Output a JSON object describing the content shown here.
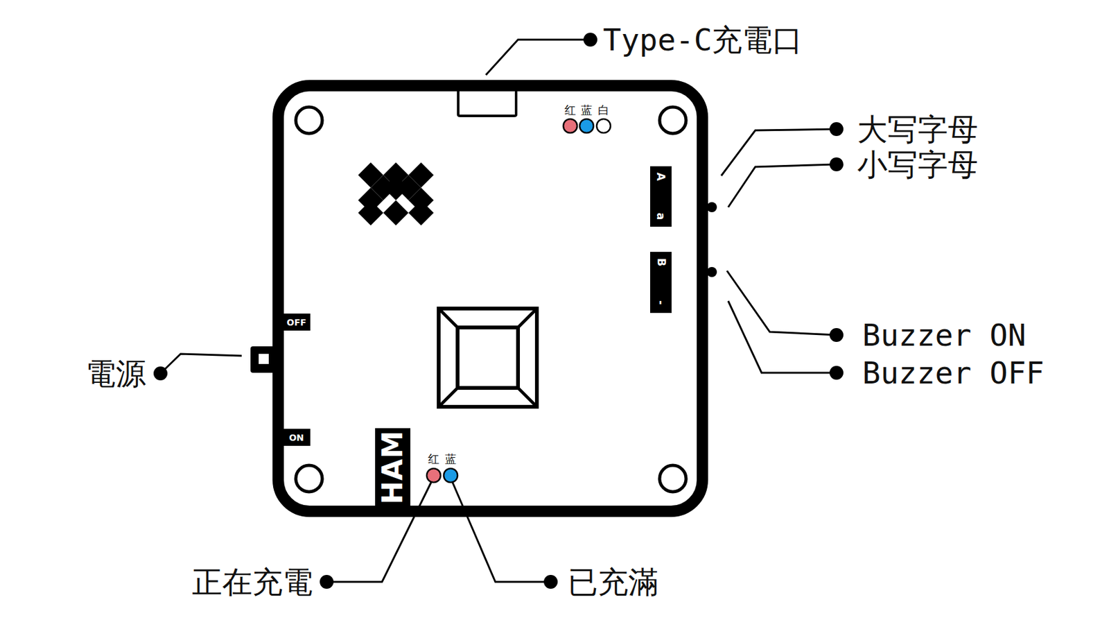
{
  "diagram": {
    "nodes": [
      {
        "text": [
          "A",
          "a"
        ]
      },
      {
        "text": [
          "B",
          "-"
        ]
      },
      {
        "text": [
          "OFF"
        ]
      },
      {
        "text": [
          "ON"
        ]
      },
      {
        "text": [
          "HAM"
        ]
      }
    ],
    "labels": [
      "Type-C充電口",
      "红",
      "蓝",
      "白",
      "大写字母",
      "小写字母",
      "電源",
      "Buzzer ON",
      "Buzzer OFF",
      "红",
      "蓝",
      "正在充電",
      "已充滿"
    ]
  }
}
